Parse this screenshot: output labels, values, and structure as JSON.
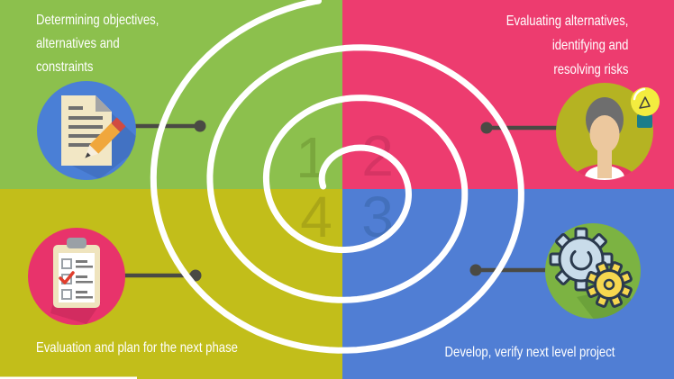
{
  "title": "Spiral model infographic",
  "colors": {
    "spiral": "#ffffff",
    "connector": "#4a4a44",
    "bottom_edge_sliver": "#ffffff"
  },
  "quadrants": {
    "top_left": {
      "number": "1",
      "bg": "#8cc04d",
      "number_color": "#7aa73d",
      "label_lines": [
        "Determining objectives,",
        "alternatives and",
        "constraints"
      ],
      "icon": {
        "name": "document-pencil-icon",
        "circle_color": "#4a7fd6",
        "paper_color": "#f2e7c5",
        "fold_color": "#a5a5a5",
        "line_color": "#6f6f6f",
        "pencil_color": "#f0a73c",
        "eraser_color": "#d14b41",
        "wood_color": "#f7eedd",
        "tip_color": "#3f3f3f"
      }
    },
    "top_right": {
      "number": "2",
      "bg": "#ed3c6f",
      "number_color": "#d63464",
      "label_lines": [
        "Evaluating alternatives,",
        "identifying and",
        "resolving risks"
      ],
      "icon": {
        "name": "person-idea-icon",
        "circle_color": "#b5b322",
        "hair_color": "#6e6e6e",
        "skin_color": "#ecc89e",
        "shirt_color": "#e73568",
        "collar_color": "#ffffff",
        "bulb_color": "#f3ec3f",
        "bulb_base_color": "#1a7d8a"
      }
    },
    "bottom_right": {
      "number": "3",
      "bg": "#507ed4",
      "number_color": "#4370bc",
      "label": "Develop, verify next level project",
      "icon": {
        "name": "gears-icon",
        "circle_color": "#7cb342",
        "gear_large_color": "#c9dcea",
        "gear_small_color": "#f6d74f",
        "gear_outline_color": "#2b3a4d"
      }
    },
    "bottom_left": {
      "number": "4",
      "bg": "#c2be1a",
      "number_color": "#aaa617",
      "label": "Evaluation and plan for the next phase",
      "icon": {
        "name": "checklist-icon",
        "circle_color": "#e8336b",
        "board_color": "#efe4be",
        "paper_color": "#ffffff",
        "clip_color": "#9aa0a6",
        "line_color": "#7a7a7a",
        "check_color": "#e03e2d"
      }
    }
  }
}
